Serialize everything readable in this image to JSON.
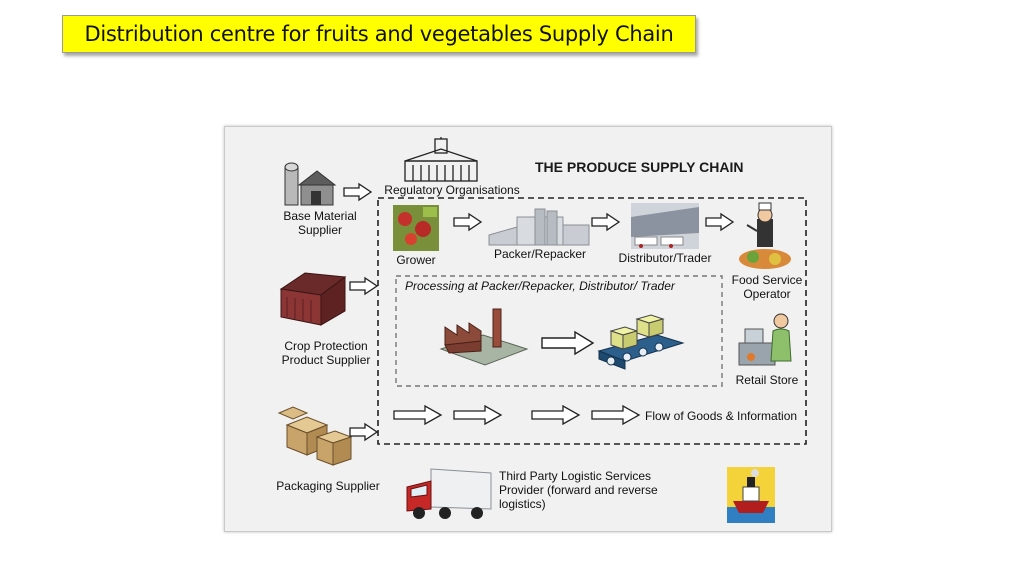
{
  "title": "Distribution centre for fruits and vegetables Supply Chain",
  "diagram": {
    "heading": "THE PRODUCE SUPPLY CHAIN",
    "regulatory": "Regulatory Organisations",
    "base_material_supplier": "Base Material Supplier",
    "crop_protection_supplier": "Crop Protection Product Supplier",
    "packaging_supplier": "Packaging Supplier",
    "grower": "Grower",
    "packer": "Packer/Repacker",
    "distributor": "Distributor/Trader",
    "food_service": "Food Service Operator",
    "retail_store": "Retail Store",
    "processing": "Processing at Packer/Repacker, Distributor/ Trader",
    "flow": "Flow of Goods & Information",
    "third_party": "Third Party Logistic Services Provider (forward and reverse logistics)"
  },
  "colors": {
    "title_bg": "#ffff00",
    "panel_bg": "#f1f1f1"
  }
}
